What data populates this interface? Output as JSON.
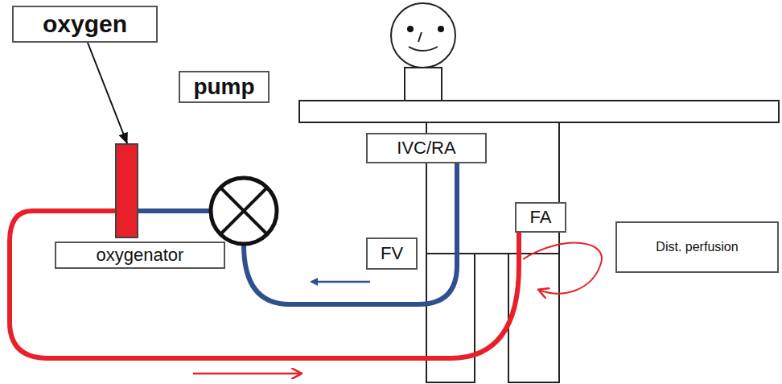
{
  "diagram": {
    "nodes": [
      {
        "text": [
          "oxygen"
        ]
      },
      {
        "text": [
          "pump"
        ]
      },
      {
        "text": [
          "oxygenator"
        ]
      },
      {
        "text": [
          "IVC/RA"
        ]
      },
      {
        "text": [
          "FV"
        ]
      },
      {
        "text": [
          "FA"
        ]
      },
      {
        "text": [
          "Dist. perfusion"
        ]
      }
    ],
    "edges": [
      {
        "from": 0,
        "to": 2,
        "arrow": "to"
      },
      {
        "from": 1,
        "to": 2,
        "arrow": "none"
      },
      {
        "from": 3,
        "to": 1,
        "arrow": "none"
      },
      {
        "from": 2,
        "to": 5,
        "arrow": "none"
      }
    ]
  }
}
